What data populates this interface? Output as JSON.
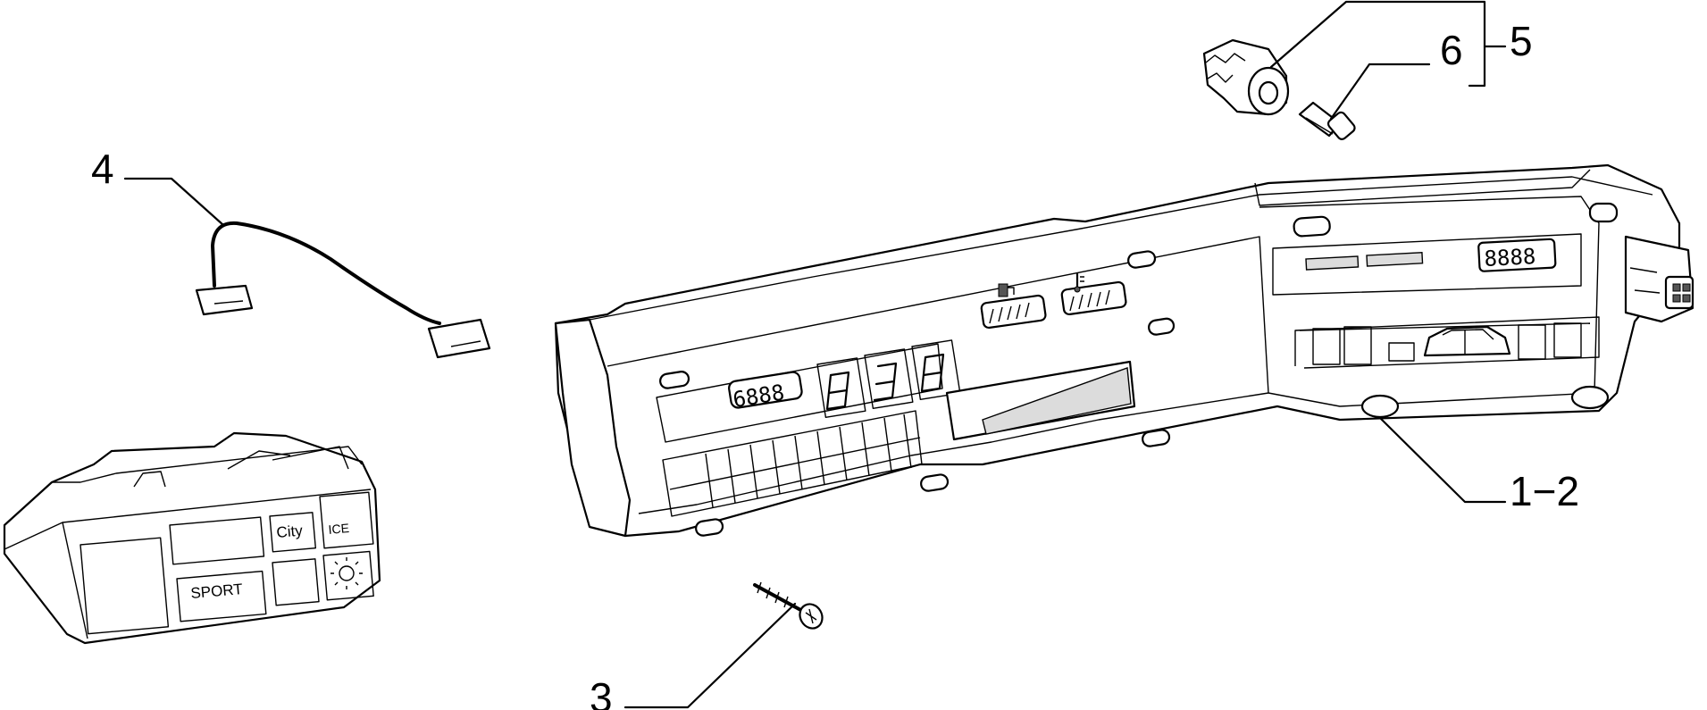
{
  "callouts": {
    "c1": "1−2",
    "c3": "3",
    "c4": "4",
    "c5": "5",
    "c6": "6"
  },
  "switch_panel": {
    "sport_label": "SPORT",
    "city_label": "City",
    "ice_label": "ICE"
  },
  "icons": {
    "fuel": "fuel-pump-icon",
    "temperature": "thermometer-icon",
    "light": "sun-light-icon",
    "car": "car-icon"
  }
}
